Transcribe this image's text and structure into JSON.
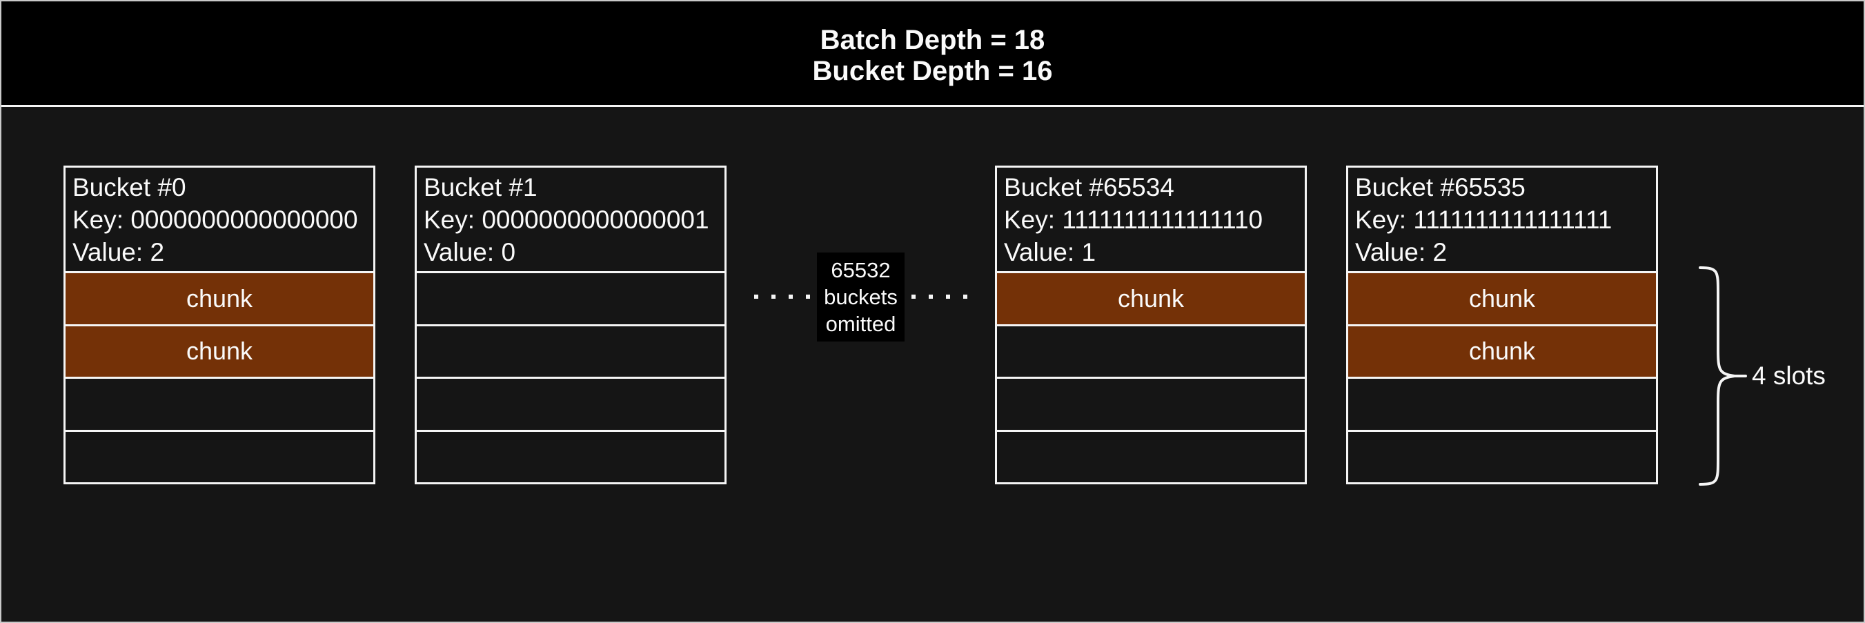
{
  "header": {
    "title": "Batch Depth = 18\nBucket Depth = 16"
  },
  "buckets": [
    {
      "title": "Bucket #0",
      "key": "Key: 0000000000000000",
      "value": "Value: 2",
      "slots": [
        "chunk",
        "chunk",
        "",
        ""
      ]
    },
    {
      "title": "Bucket #1",
      "key": "Key: 0000000000000001",
      "value": "Value: 0",
      "slots": [
        "",
        "",
        "",
        ""
      ]
    },
    {
      "title": "Bucket #65534",
      "key": "Key: 1111111111111110",
      "value": "Value: 1",
      "slots": [
        "chunk",
        "",
        "",
        ""
      ]
    },
    {
      "title": "Bucket #65535",
      "key": "Key: 1111111111111111",
      "value": "Value: 2",
      "slots": [
        "chunk",
        "chunk",
        "",
        ""
      ]
    }
  ],
  "omitted_note": "65532\nbuckets\nomitted",
  "slots_annotation": "4 slots",
  "colors": {
    "chunk_fill": "#743107",
    "background": "#151515",
    "header_background": "#000000",
    "line": "#f5f5f5",
    "frame_border": "#c9c9c9"
  }
}
